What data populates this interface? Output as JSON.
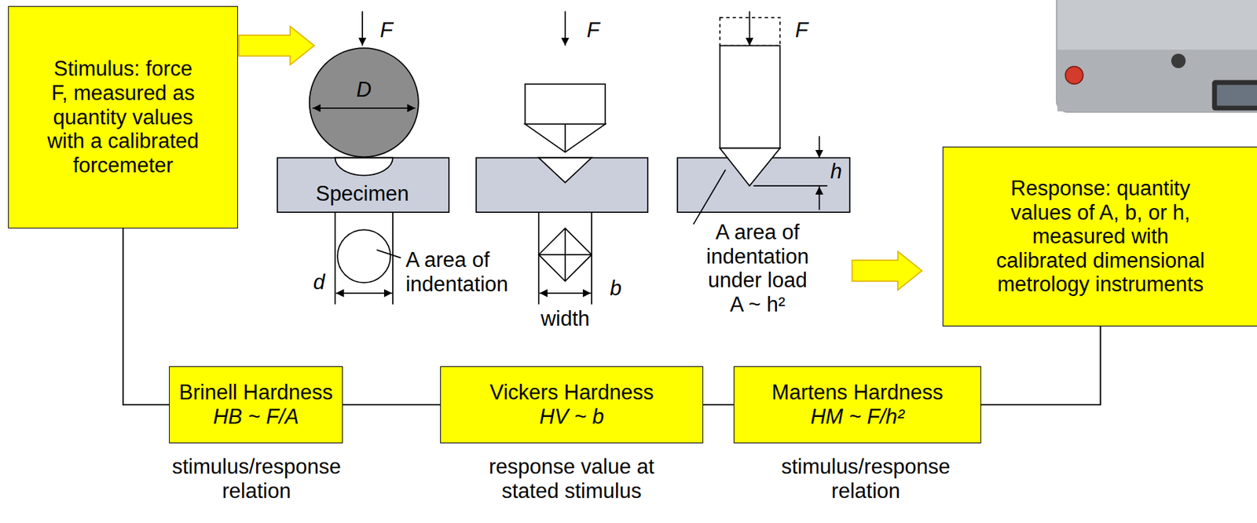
{
  "diagram": {
    "nodes": [
      {
        "text": [
          "Stimulus: force F, measured as quantity values with a calibrated forcemeter"
        ]
      },
      {
        "text": [
          "Response: quantity values of A, b, or h, measured with calibrated dimensional metrology instruments"
        ]
      },
      {
        "text": [
          "Brinell Hardness",
          "HB ~ F/A"
        ]
      },
      {
        "text": [
          "Vickers Hardness",
          "HV ~ b"
        ]
      },
      {
        "text": [
          "Martens Hardness",
          "HM ~ F/h²"
        ]
      }
    ],
    "edges": [
      {
        "from": 0,
        "to": 2,
        "arrow": "none"
      },
      {
        "from": 2,
        "to": 3,
        "arrow": "none"
      },
      {
        "from": 3,
        "to": 4,
        "arrow": "none"
      },
      {
        "from": 4,
        "to": 1,
        "arrow": "none"
      }
    ],
    "labels": [
      "F",
      "D",
      "F",
      "F",
      "Specimen",
      "A area of indentation",
      "d",
      "width",
      "b",
      "h",
      "A area of indentation under load A ~ h²",
      "stimulus/response relation",
      "response value at stated stimulus",
      "stimulus/response relation"
    ]
  }
}
